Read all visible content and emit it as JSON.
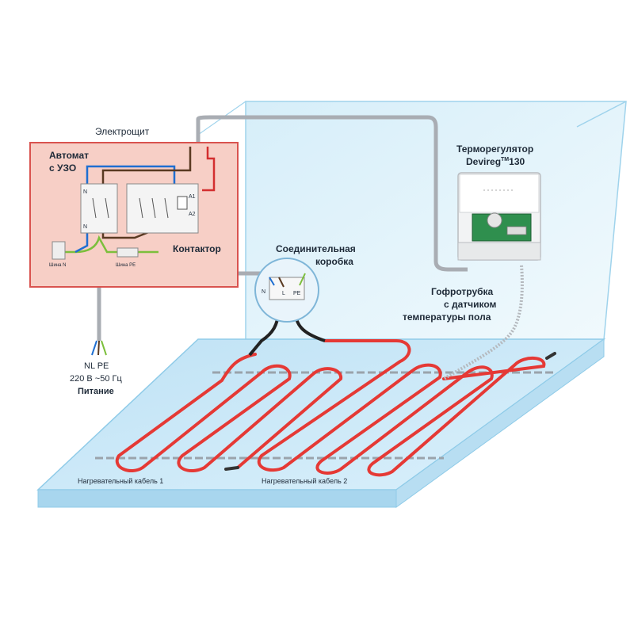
{
  "labels": {
    "panel_title": "Электрощит",
    "breaker_line1": "Автомат",
    "breaker_line2": "с УЗО",
    "contactor": "Контактор",
    "bus_n": "Шина N",
    "bus_pe": "Шина PE",
    "junction_line1": "Соединительная",
    "junction_line2": "коробка",
    "thermostat_line1": "Терморегулятор",
    "thermostat_model": "Devireg",
    "thermostat_tm": "TM",
    "thermostat_num": "130",
    "tube_line1": "Гофротрубка",
    "tube_line2": "с датчиком",
    "tube_line3": "температуры пола",
    "power_terminals": "NL  PE",
    "power_spec": "220 В ~50 Гц",
    "power_title": "Питание",
    "cable1": "Нагревательный кабель 1",
    "cable2": "Нагревательный кабель 2",
    "term_n": "N",
    "term_l": "L",
    "term_pe": "PE",
    "term_a1": "A1",
    "term_a2": "A2"
  },
  "colors": {
    "panel_fill": "#f7cfc6",
    "panel_border": "#d9534f",
    "floor_fill": "#cbe8f7",
    "wall_fill": "#e3f3fb",
    "heating_cable": "#e53935",
    "wire_gray": "#a9adb3",
    "wire_blue": "#1f6fd1",
    "wire_brown": "#5a3a22",
    "wire_red": "#d32f2f",
    "wire_green": "#7cbf3c",
    "text": "#1e2a38"
  }
}
